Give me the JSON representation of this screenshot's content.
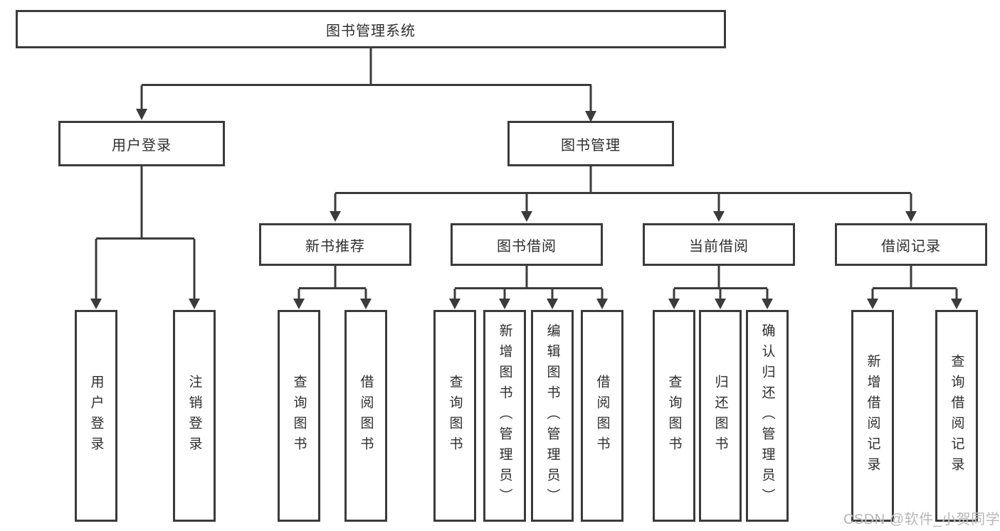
{
  "diagram": {
    "root": "图书管理系统",
    "user_login_branch": {
      "parent": "用户登录",
      "children": [
        "用户登录",
        "注销登录"
      ]
    },
    "book_mgmt_branch": {
      "parent": "图书管理",
      "sections": [
        {
          "label": "新书推荐",
          "children": [
            "查询图书",
            "借阅图书"
          ]
        },
        {
          "label": "图书借阅",
          "children": [
            "查询图书",
            "新增图书（管理员）",
            "编辑图书（管理员）",
            "借阅图书"
          ]
        },
        {
          "label": "当前借阅",
          "children": [
            "查询图书",
            "归还图书",
            "确认归还（管理员）"
          ]
        },
        {
          "label": "借阅记录",
          "children": [
            "新增借阅记录",
            "查询借阅记录"
          ]
        }
      ]
    }
  },
  "watermark": "CSDN @软件_小贺同学",
  "colors": {
    "line": "#3b3b3b",
    "box_fill": "#ffffff",
    "text": "#2e2e2e",
    "watermark_text": "#b7b7b7"
  }
}
